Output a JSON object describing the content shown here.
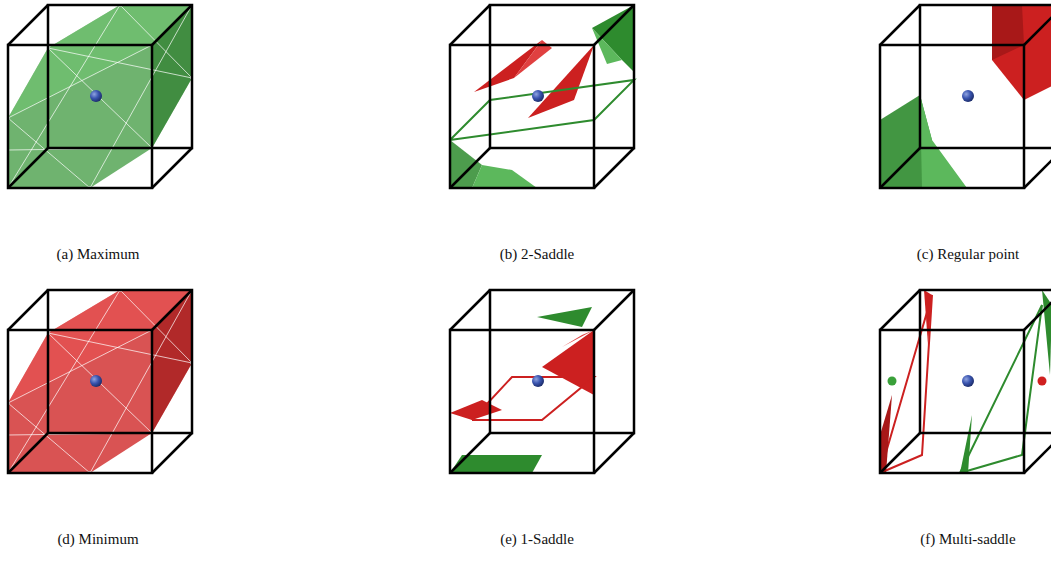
{
  "diagram": {
    "labels": [
      "(a) Maximum",
      "(b) 2-Saddle",
      "(c) Regular point",
      "(d) Minimum",
      "(e) 1-Saddle",
      "(f) Multi-saddle"
    ]
  }
}
